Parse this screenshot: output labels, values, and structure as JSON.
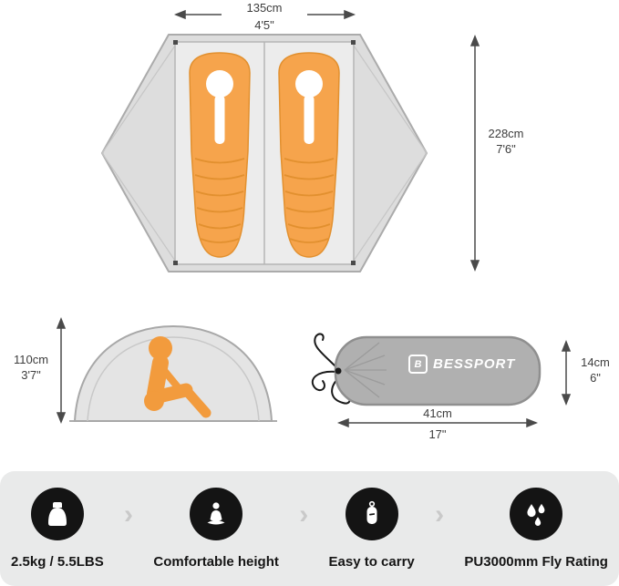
{
  "colors": {
    "orange": "#F4A04A",
    "tent_gray": "#DDDDDD",
    "bag_gray": "#B0B0B0",
    "bar_background": "#E9EAEA",
    "icon_circle": "#141414"
  },
  "dimensions": {
    "tent_width_metric": "135cm",
    "tent_width_imperial": "4'5\"",
    "tent_length_metric": "228cm",
    "tent_length_imperial": "7'6\"",
    "tent_height_metric": "110cm",
    "tent_height_imperial": "3'7\"",
    "bag_length_metric": "41cm",
    "bag_length_imperial": "17\"",
    "bag_height_metric": "14cm",
    "bag_height_imperial": "6\""
  },
  "bag": {
    "brand": "BESSPORT",
    "brand_mark": "B"
  },
  "features": [
    {
      "icon": "weight-icon",
      "label": "2.5kg / 5.5LBS"
    },
    {
      "icon": "person-sitting-icon",
      "label": "Comfortable height"
    },
    {
      "icon": "carry-bag-icon",
      "label": "Easy to carry"
    },
    {
      "icon": "water-drops-icon",
      "label": "PU3000mm Fly Rating"
    }
  ],
  "ui": {
    "chevron": "›"
  }
}
